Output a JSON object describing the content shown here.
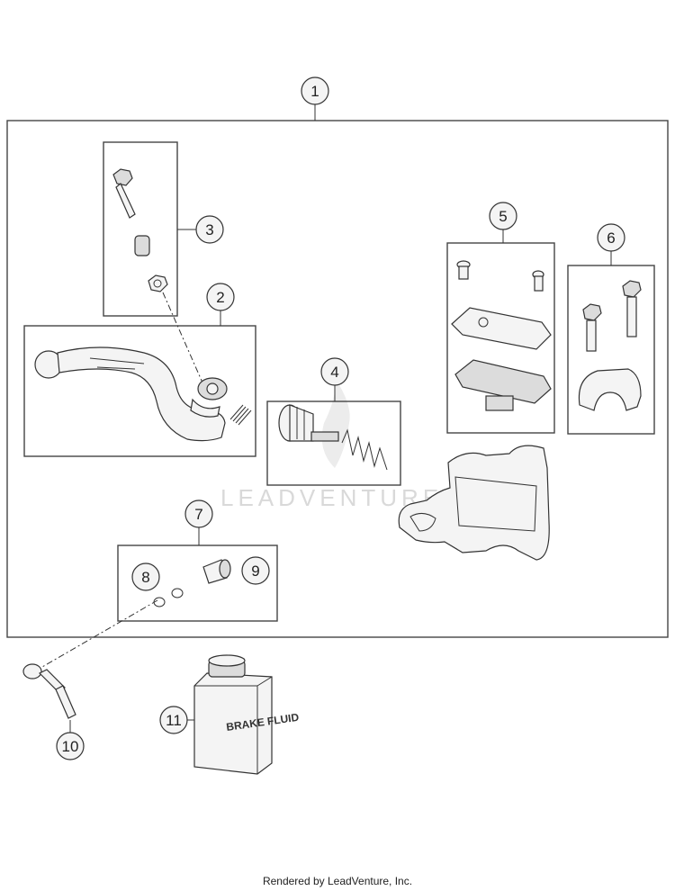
{
  "diagram": {
    "callouts": [
      "1",
      "2",
      "3",
      "4",
      "5",
      "6",
      "7",
      "8",
      "9",
      "10",
      "11"
    ],
    "watermark": "LEADVENTURE",
    "bottle_label": "BRAKE FLUID"
  },
  "footer": {
    "text": "Rendered by LeadVenture, Inc."
  }
}
